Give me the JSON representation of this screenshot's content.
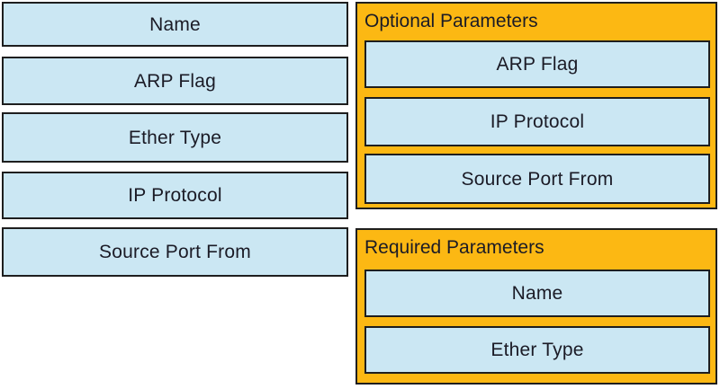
{
  "colors": {
    "item_fill": "#cbe7f3",
    "item_border": "#1e1e1e",
    "group_fill": "#fcb813",
    "group_border": "#1e1e1e",
    "text": "#1b1b26",
    "page_bg": "#ffffff"
  },
  "source_panel": {
    "items": [
      {
        "label": "Name"
      },
      {
        "label": "ARP Flag"
      },
      {
        "label": "Ether Type"
      },
      {
        "label": "IP Protocol"
      },
      {
        "label": "Source Port From"
      }
    ]
  },
  "target_panels": [
    {
      "title": "Optional Parameters",
      "items": [
        {
          "label": "ARP Flag"
        },
        {
          "label": "IP Protocol"
        },
        {
          "label": "Source Port From"
        }
      ]
    },
    {
      "title": "Required Parameters",
      "items": [
        {
          "label": "Name"
        },
        {
          "label": "Ether Type"
        }
      ]
    }
  ]
}
